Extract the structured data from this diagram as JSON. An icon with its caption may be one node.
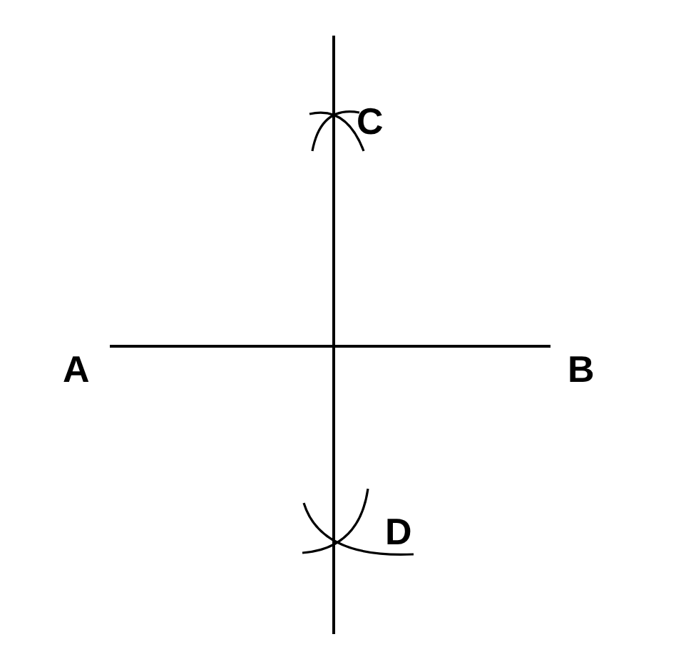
{
  "diagram": {
    "labels": [
      "C",
      "A",
      "B",
      "D"
    ]
  }
}
